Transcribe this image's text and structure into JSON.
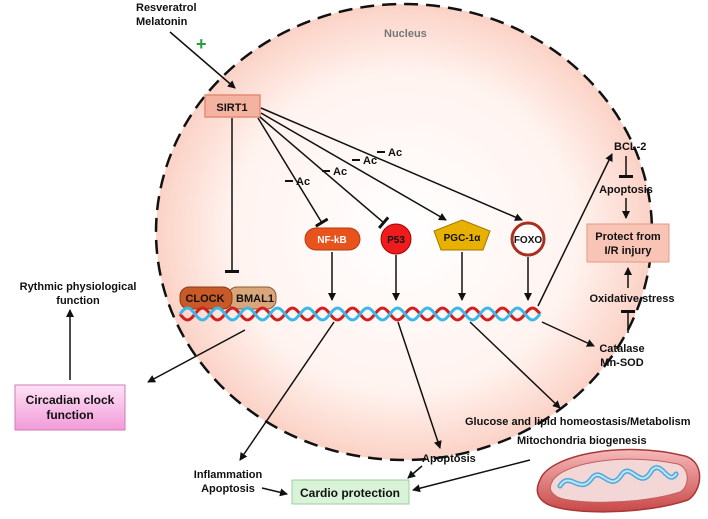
{
  "inducers": {
    "line1": "Resveratrol",
    "line2": "Melatonin",
    "plus": "+"
  },
  "nucleus_label": "Nucleus",
  "sirt1": "SIRT1",
  "ac_label": "Ac",
  "targets": {
    "nfkb": "NF-kB",
    "p53": "P53",
    "pgc": "PGC-1α",
    "foxo": "FOXO",
    "clock": "CLOCK",
    "bmal1": "BMAL1"
  },
  "right_pathway": {
    "bcl2": "BCL-2",
    "apoptosis": "Apoptosis",
    "protect_line1": "Protect from",
    "protect_line2": "I/R injury",
    "oxidative_stress": "Oxidative stress",
    "catalase": "Catalase",
    "mn_sod": "Mn-SOD"
  },
  "left_pathway": {
    "rhythmic_line1": "Rythmic physiological",
    "rhythmic_line2": "function",
    "circadian_line1": "Circadian clock",
    "circadian_line2": "function"
  },
  "bottom": {
    "glucose": "Glucose and lipid homeostasis/Metabolism",
    "mito": "Mitochondria biogenesis",
    "apoptosis": "Apoptosis",
    "inflammation": "Inflammation",
    "apoptosis2": "Apoptosis",
    "cardio": "Cardio protection"
  },
  "colors": {
    "sirt1_fill": "#f4b3a0",
    "nucleus_fill": "#fde6df",
    "nfkb_fill": "#e8521c",
    "p53_fill": "#ee1c1c",
    "pgc_fill": "#e8b000",
    "clock_fill": "#c85a28",
    "protect_fill": "#f7c4b6",
    "circadian_fill": "#f59be0",
    "cardio_fill": "#d8f3d8",
    "dna_red": "#d21f1f",
    "dna_blue": "#3cb8e8",
    "plus_green": "#20a040"
  }
}
